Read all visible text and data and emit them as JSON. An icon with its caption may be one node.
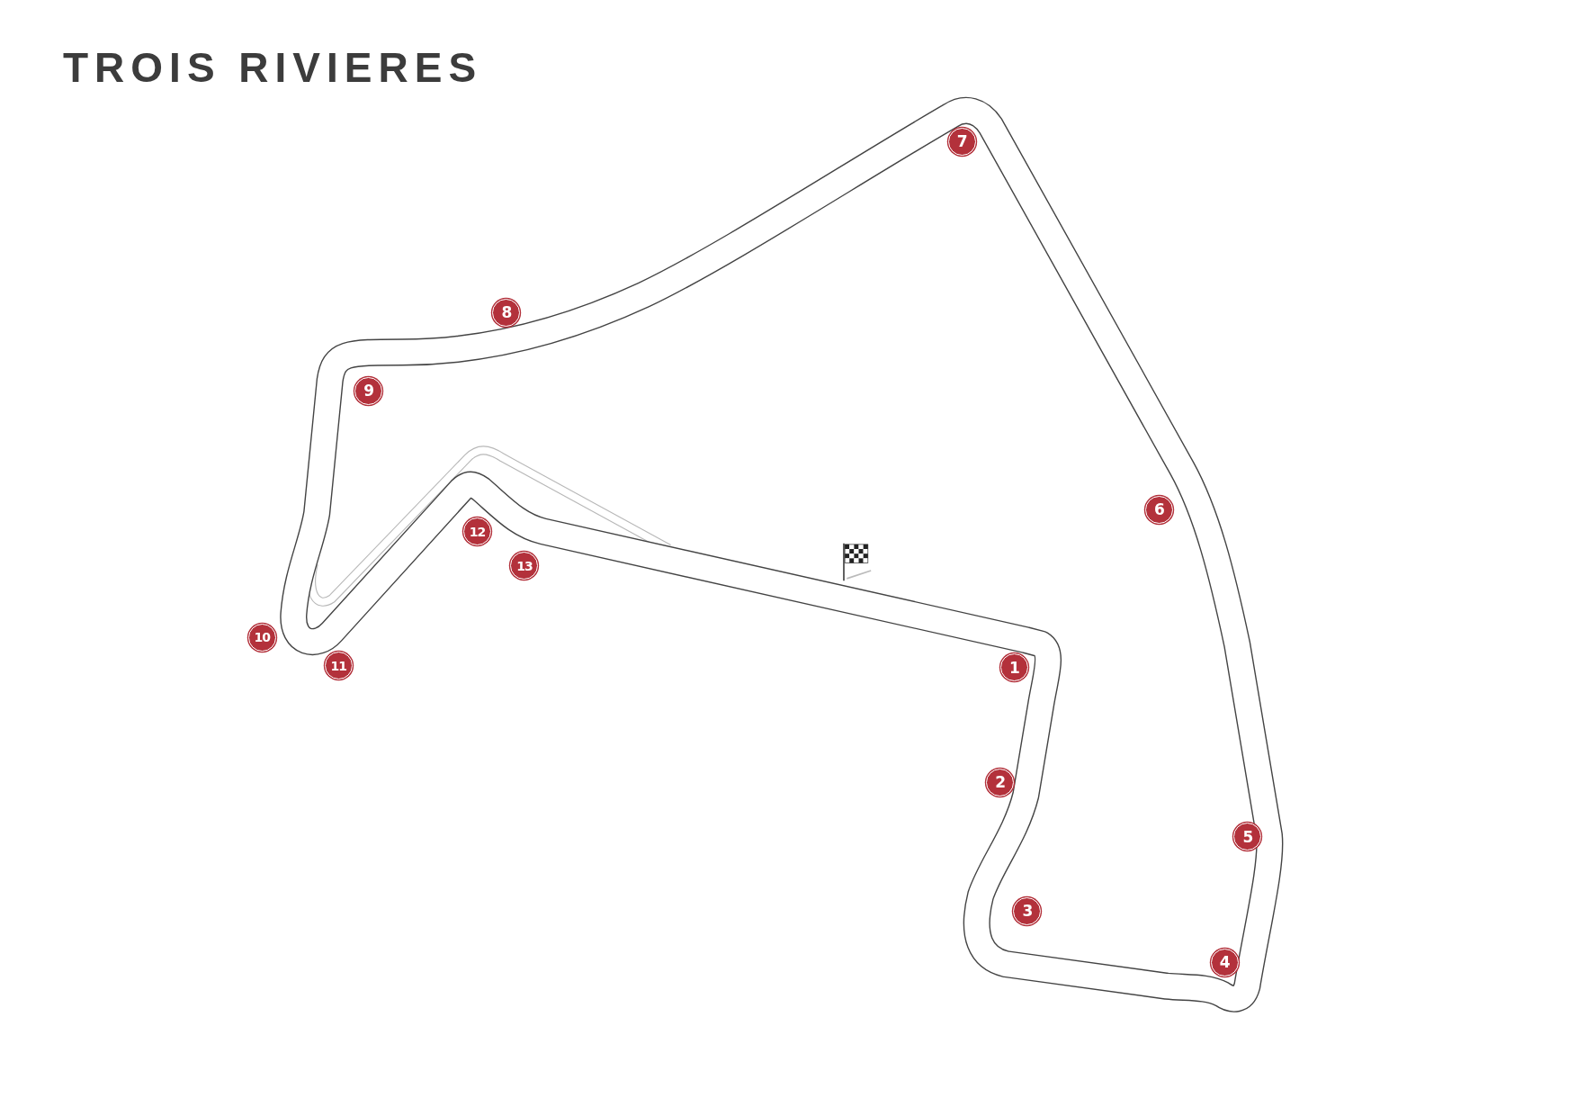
{
  "diagram": {
    "title": "TROIS RIVIERES",
    "labels": [
      "7",
      "8",
      "9",
      "6",
      "12",
      "13",
      "10",
      "11",
      "1",
      "2",
      "5",
      "3",
      "4"
    ]
  }
}
